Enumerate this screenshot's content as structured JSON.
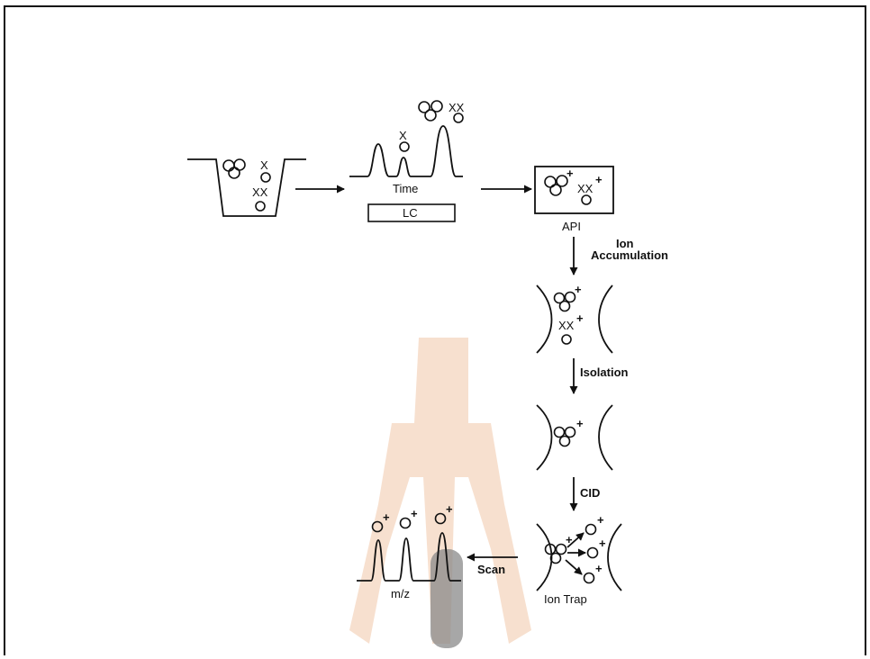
{
  "labels": {
    "time": "Time",
    "lc": "LC",
    "api": "API",
    "ion_accumulation_line1": "Ion",
    "ion_accumulation_line2": "Accumulation",
    "isolation": "Isolation",
    "cid": "CID",
    "scan": "Scan",
    "mz": "m/z",
    "ion_trap": "Ion Trap"
  },
  "glyphs": {
    "x": "X",
    "xx": "XX",
    "plus": "+"
  }
}
